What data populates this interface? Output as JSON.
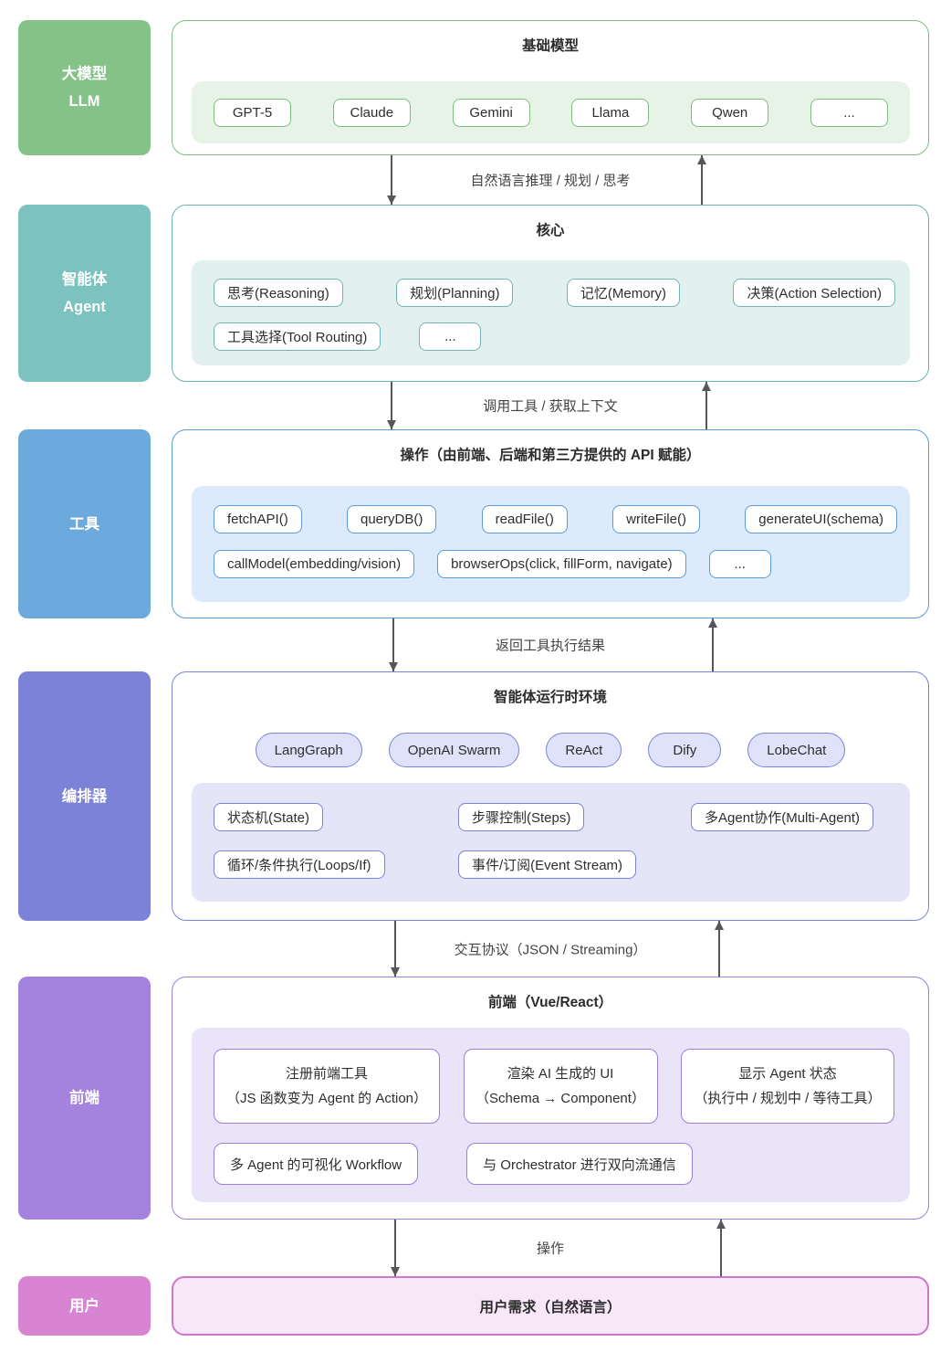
{
  "layers": [
    {
      "sidebar": {
        "line1": "大模型",
        "line2": "LLM"
      },
      "title": "基础模型",
      "chips_row1": [
        "GPT-5",
        "Claude",
        "Gemini",
        "Llama",
        "Qwen",
        "..."
      ]
    },
    {
      "sidebar": {
        "line1": "智能体",
        "line2": "Agent"
      },
      "title": "核心",
      "chips_row1": [
        "思考(Reasoning)",
        "规划(Planning)",
        "记忆(Memory)",
        "决策(Action Selection)"
      ],
      "chips_row2": [
        "工具选择(Tool Routing)",
        "..."
      ]
    },
    {
      "sidebar": {
        "line1": "工具"
      },
      "title": "操作（由前端、后端和第三方提供的 API 赋能）",
      "chips_row1": [
        "fetchAPI()",
        "queryDB()",
        "readFile()",
        "writeFile()",
        "generateUI(schema)"
      ],
      "chips_row2": [
        "callModel(embedding/vision)",
        "browserOps(click, fillForm, navigate)",
        "..."
      ]
    },
    {
      "sidebar": {
        "line1": "编排器"
      },
      "title": "智能体运行时环境",
      "pills": [
        "LangGraph",
        "OpenAI Swarm",
        "ReAct",
        "Dify",
        "LobeChat"
      ],
      "chips_row1": [
        "状态机(State)",
        "步骤控制(Steps)",
        "多Agent协作(Multi-Agent)"
      ],
      "chips_row2": [
        "循环/条件执行(Loops/If)",
        "事件/订阅(Event Stream)"
      ]
    },
    {
      "sidebar": {
        "line1": "前端"
      },
      "title": "前端（Vue/React）",
      "cards_row1": [
        {
          "line1": "注册前端工具",
          "line2": "（JS 函数变为 Agent 的 Action）"
        },
        {
          "line1": "渲染 AI 生成的 UI",
          "line2": "（Schema → Component）"
        },
        {
          "line1": "显示 Agent 状态",
          "line2": "（执行中 / 规划中 / 等待工具）"
        }
      ],
      "cards_row2": [
        "多 Agent 的可视化 Workflow",
        "与 Orchestrator 进行双向流通信"
      ]
    },
    {
      "sidebar": {
        "line1": "用户"
      },
      "title": "用户需求（自然语言）"
    }
  ],
  "connectors": [
    {
      "label": "自然语言推理 / 规划 / 思考"
    },
    {
      "label": "调用工具 / 获取上下文"
    },
    {
      "label": "返回工具执行结果"
    },
    {
      "label": "交互协议（JSON / Streaming）"
    },
    {
      "label": "操作"
    }
  ],
  "colors": {
    "llm_sidebar": "#85c287",
    "llm_accent": "#7cbf80",
    "llm_tray": "#e8f3e7",
    "agent_sidebar": "#7cc3bf",
    "agent_accent": "#68b4b0",
    "agent_tray": "#e2f1f0",
    "tools_sidebar": "#6ca9dc",
    "tools_accent": "#5b9bd8",
    "tools_tray": "#ddeafb",
    "orchestrator_sidebar": "#7b82d8",
    "orchestrator_accent": "#7b83d9",
    "orchestrator_tray": "#e4e6f8",
    "orchestrator_pill": "#dfe2f8",
    "frontend_sidebar": "#a383de",
    "frontend_accent": "#9b7fd8",
    "frontend_tray": "#eae4f9",
    "user_sidebar": "#d884d2",
    "user_accent": "#cc77cc",
    "user_panel": "#f8e7f8",
    "arrow": "#54575b"
  }
}
